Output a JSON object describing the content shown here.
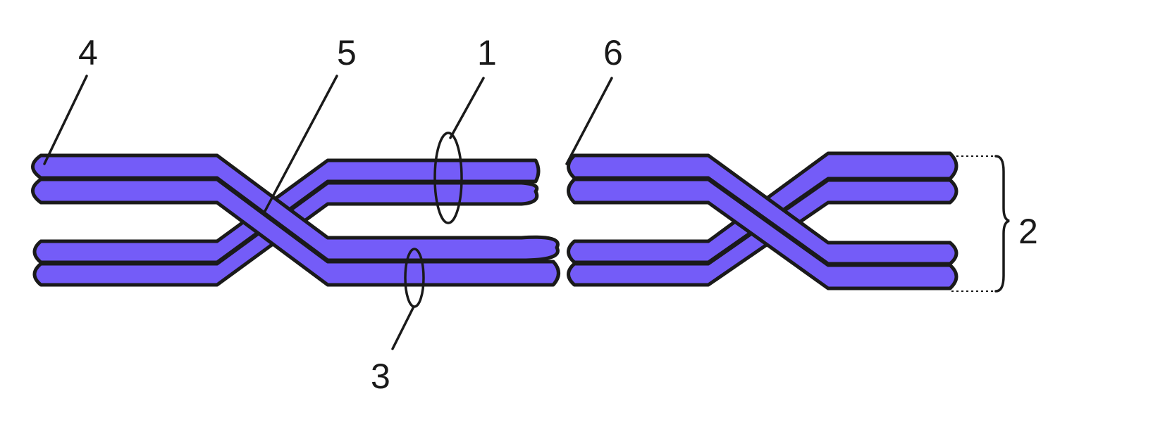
{
  "colors": {
    "chromatid_fill": "#745cf8",
    "outline": "#1a1a1a",
    "background": "#ffffff"
  },
  "labels": {
    "label_1": "1",
    "label_2": "2",
    "label_3": "3",
    "label_4": "4",
    "label_5": "5",
    "label_6": "6"
  }
}
